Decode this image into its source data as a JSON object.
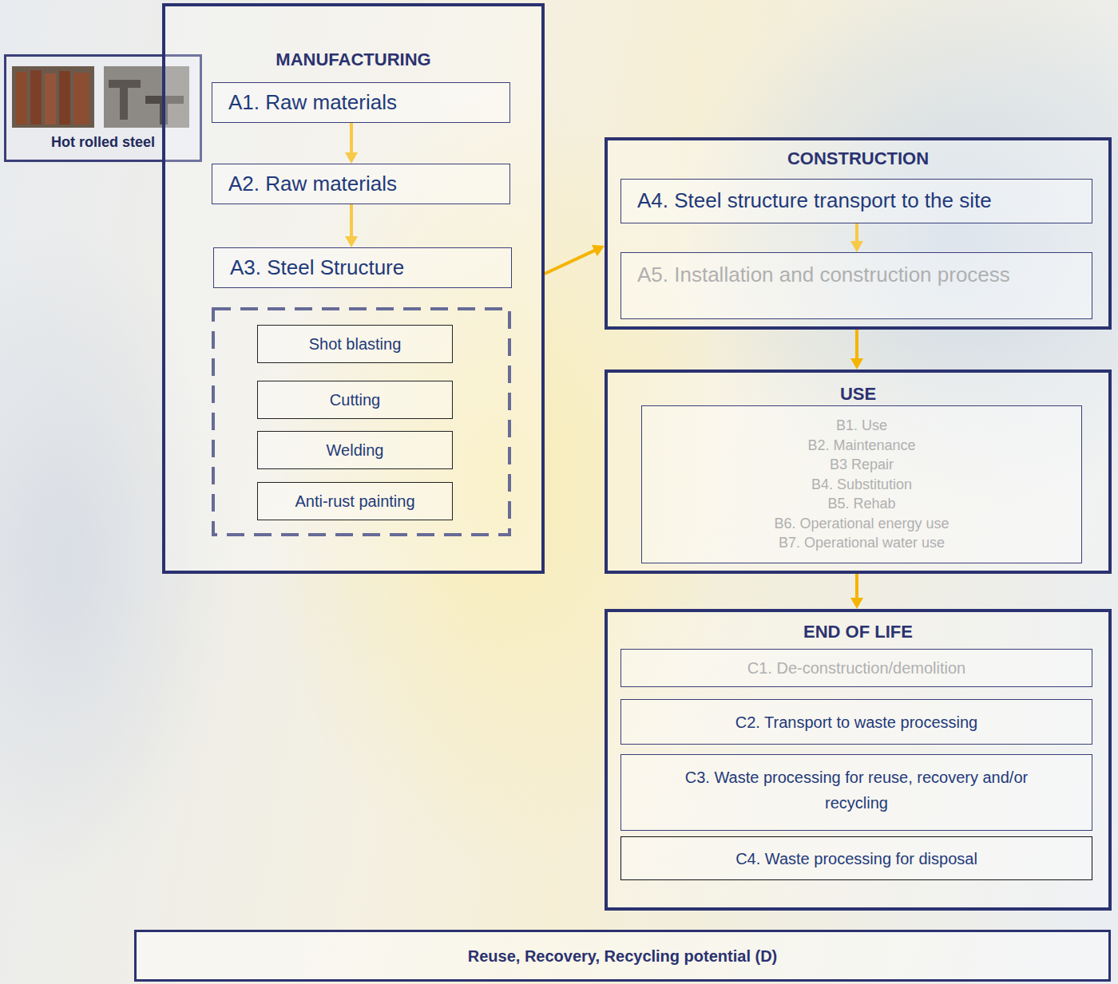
{
  "diagram": {
    "nodes": [
      {
        "text": [
          "Hot rolled steel"
        ]
      },
      {
        "text": [
          "MANUFACTURING"
        ]
      },
      {
        "text": [
          "A1. Raw materials"
        ],
        "in": 1
      },
      {
        "text": [
          "A2. Raw materials"
        ],
        "in": 1
      },
      {
        "text": [
          "A3. Steel Structure"
        ],
        "in": 1
      },
      {
        "text": [
          "Shot blasting"
        ],
        "in": 1
      },
      {
        "text": [
          "Cutting"
        ],
        "in": 1
      },
      {
        "text": [
          "Welding"
        ],
        "in": 1
      },
      {
        "text": [
          "Anti-rust painting"
        ],
        "in": 1
      },
      {
        "text": [
          "CONSTRUCTION"
        ]
      },
      {
        "text": [
          "A4. Steel structure transport to the site"
        ],
        "in": 9
      },
      {
        "text": [
          "A5. Installation and construction process"
        ],
        "in": 9
      },
      {
        "text": [
          "USE"
        ]
      },
      {
        "text": [
          "B1. Use",
          "B2. Maintenance",
          "B3 Repair",
          "B4. Substitution",
          "B5. Rehab",
          "B6. Operational energy use",
          "B7. Operational water use"
        ],
        "in": 12
      },
      {
        "text": [
          "END OF LIFE"
        ]
      },
      {
        "text": [
          "C1. De-construction/demolition"
        ],
        "in": 14
      },
      {
        "text": [
          "C2. Transport to waste processing"
        ],
        "in": 14
      },
      {
        "text": [
          "C3. Waste processing for reuse, recovery and/or recycling"
        ],
        "in": 14
      },
      {
        "text": [
          "C4. Waste processing for disposal"
        ],
        "in": 14
      },
      {
        "text": [
          "Reuse, Recovery, Recycling potential (D)"
        ]
      }
    ],
    "edges": [
      {
        "from": 2,
        "to": 3,
        "arrow": "to"
      },
      {
        "from": 3,
        "to": 4,
        "arrow": "to"
      },
      {
        "from": 1,
        "to": 9,
        "arrow": "to"
      },
      {
        "from": 10,
        "to": 11,
        "arrow": "to"
      },
      {
        "from": 9,
        "to": 12,
        "arrow": "to"
      },
      {
        "from": 12,
        "to": 14,
        "arrow": "to"
      }
    ]
  }
}
